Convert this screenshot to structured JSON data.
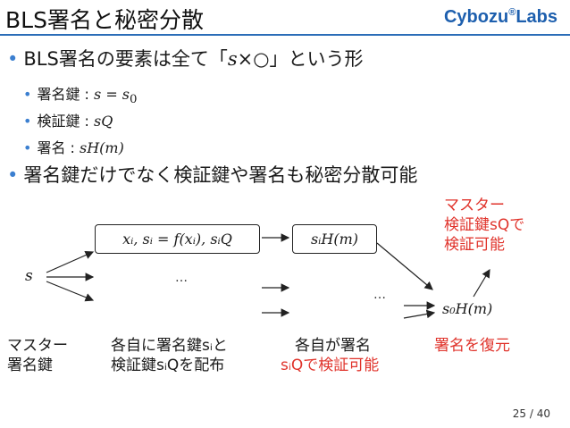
{
  "title": "BLS署名と秘密分散",
  "logo": {
    "main": "Cybozu",
    "sup": "®",
    "tail": "Labs"
  },
  "bullets": {
    "main1_prefix": "BLS署名の要素は全て「",
    "main1_math": "s",
    "main1_suffix": "×○」という形",
    "sub": [
      {
        "label": "署名鍵 : ",
        "math": "s = s",
        "sub": "0"
      },
      {
        "label": "検証鍵 : ",
        "math": "sQ"
      },
      {
        "label": "署名 : ",
        "math": "sH(m)"
      }
    ],
    "main2": "署名鍵だけでなく検証鍵や署名も秘密分散可能"
  },
  "diagram": {
    "box1": "xᵢ, sᵢ = f(xᵢ), sᵢQ",
    "box2": "sᵢH(m)",
    "s_label": "s",
    "ellipsis1": "…",
    "ellipsis2": "…",
    "result": "s₀H(m)",
    "master_verify_lines": [
      "マスター",
      "検証鍵sQで",
      "検証可能"
    ],
    "master_key_lines": [
      "マスター",
      "署名鍵"
    ],
    "distribute_lines": [
      "各自に署名鍵sᵢと",
      "検証鍵sᵢQを配布"
    ],
    "each_sign_lines": [
      "各自が署名",
      "sᵢQで検証可能"
    ],
    "restore": "署名を復元"
  },
  "colors": {
    "accent": "#2b6db8",
    "red": "#e0332b"
  },
  "page": "25 / 40"
}
